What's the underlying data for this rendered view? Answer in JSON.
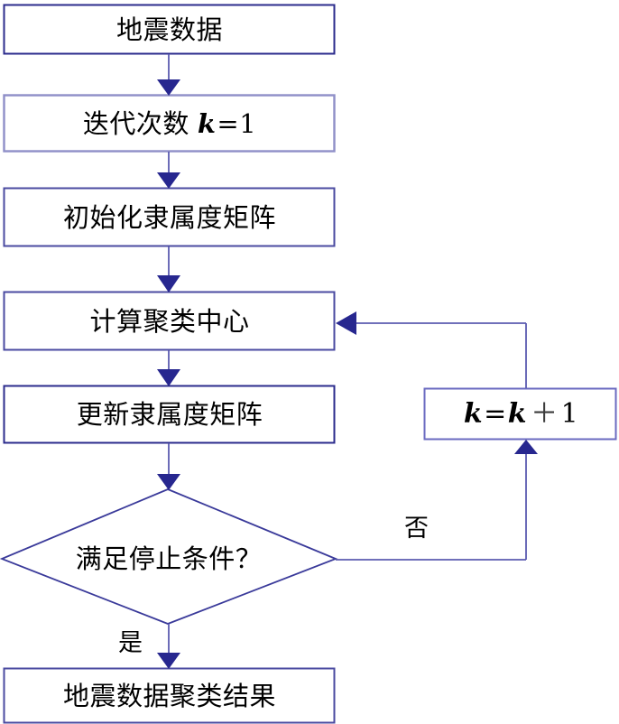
{
  "diagram": {
    "title": "FCM clustering flowchart for seismic data",
    "colors": {
      "box_border_dark": "#2b2b8c",
      "box_border_light": "#8f8fc8",
      "arrow_fill": "#27278f",
      "connector_line": "#5b5bb0",
      "text": "#000000",
      "background": "#ffffff"
    },
    "nodes": [
      {
        "id": "data-input",
        "shape": "rectangle",
        "label": "地震数据"
      },
      {
        "id": "init-iteration",
        "shape": "rectangle",
        "label_prefix": "迭代次数",
        "var": "k",
        "eq": "=",
        "value": "1"
      },
      {
        "id": "init-membership",
        "shape": "rectangle",
        "label": "初始化隶属度矩阵"
      },
      {
        "id": "compute-centers",
        "shape": "rectangle",
        "label": "计算聚类中心"
      },
      {
        "id": "update-membership",
        "shape": "rectangle",
        "label": "更新隶属度矩阵"
      },
      {
        "id": "stop-condition",
        "shape": "diamond",
        "label": "满足停止条件？"
      },
      {
        "id": "result-output",
        "shape": "rectangle",
        "label": "地震数据聚类结果"
      },
      {
        "id": "increment-k",
        "shape": "rectangle",
        "var_left": "k",
        "eq": "=",
        "var_right": "k",
        "plus": "＋",
        "value": "1"
      }
    ],
    "edge_labels": {
      "no": "否",
      "yes": "是"
    }
  }
}
